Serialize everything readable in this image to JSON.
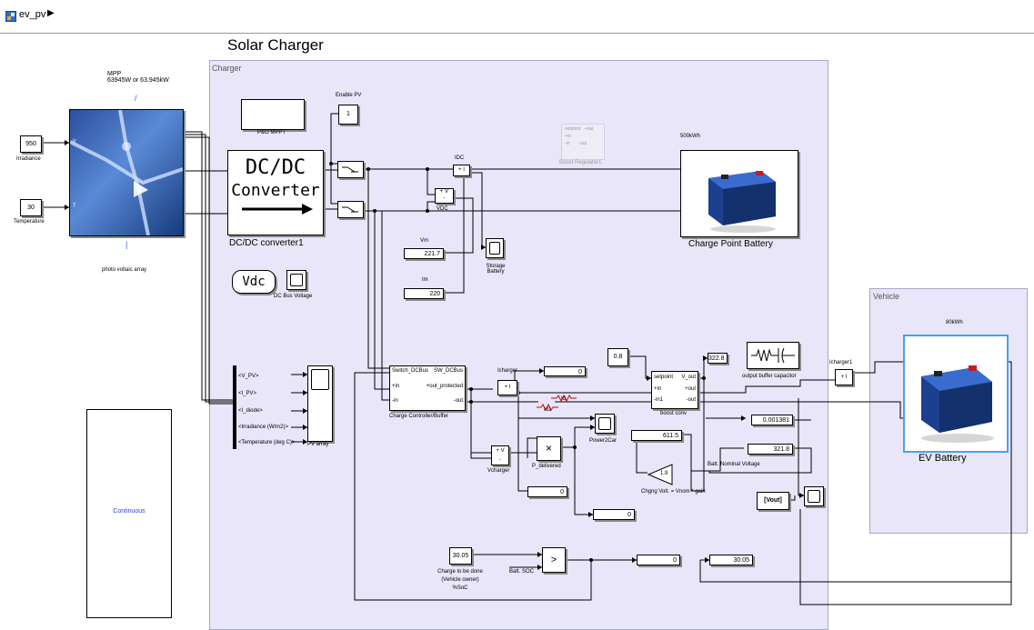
{
  "breadcrumb": {
    "model": "ev_pv",
    "arrow": "▶"
  },
  "title": "Solar Charger",
  "subsystems": {
    "charger": "Charger",
    "vehicle": "Vehicle"
  },
  "pv": {
    "mpp_line1": "MPP",
    "mpp_line2": "63945W or 63.945kW",
    "mpp_value": "/",
    "irradiance_value": "950",
    "irradiance_label": "Irradiance",
    "temperature_value": "30",
    "temperature_label": "Temperature",
    "port_ir": "Ir",
    "port_t": "T",
    "array_label": "photo voltaic array",
    "array_value": "|"
  },
  "blocks": {
    "mppt": "P&O MPPT",
    "enable_pv_label": "Enable PV",
    "enable_pv_value": "1",
    "dcdc_line1": "DC/DC",
    "dcdc_line2": "Converter",
    "dcdc_caption": "DC/DC converter1",
    "vdc_source": "Vdc",
    "dc_bus_voltage": "DC Bus Voltage",
    "boost_regulator": "Boost Regulator1",
    "idc": "IDC",
    "vdc_meas": "VDC",
    "vm_label": "Vm",
    "vm_value": "221.7",
    "im_label": "Im",
    "im_value": "220",
    "storage_battery": "Storage Battery",
    "charge_point_kwh": "500kWh",
    "charge_point_battery": "Charge Point Battery",
    "pv_array_scope": "PV array",
    "bus_signals": [
      "<V_PV>",
      "<I_PV>",
      "<I_diode>",
      "<Irradiance (W/m2)>",
      "<Temperature (deg C)>"
    ],
    "continuous": "Continuous"
  },
  "controller": {
    "title": "Charge Controller/Buffer",
    "port_switch": "Switch_DCBus",
    "port_sw": "SW_DCBus",
    "port_pin": "+in",
    "port_out_protected": "+out_protected",
    "port_nin": "-in",
    "port_nout": "-out",
    "icharger_label": "Icharger",
    "icharger_value": "0",
    "id_label": "Id",
    "id1_label": "Id1",
    "setpoint_value": "0.8",
    "boost_conv": "boost conv",
    "boost_port_setpoint": "setpoint",
    "boost_port_vout": "V_out",
    "boost_port_in": "+in",
    "boost_port_out": "+out",
    "boost_port_in1": "-in1",
    "boost_port_nout": "-out",
    "vout_value": "322.8",
    "capacitor": "output buffer capacitor",
    "power2car": "Power2Car",
    "vcharger": "Vcharger",
    "p_delivered": "P_delivered",
    "disp_p_value": "0",
    "disp_power_value": "0",
    "disp_611": "611.5",
    "disp_soc_small": "0.001381",
    "disp_321": "321.8",
    "gain_value": "1.9",
    "batt_nominal_voltage": "Batt. Nominal Voltage",
    "chgng_volt": "Chgng Volt. = Vnom * gain",
    "vout_tag": "[Vout]",
    "icharger1": "Icharger1"
  },
  "soc": {
    "target_value": "30.05",
    "target_label": "Charge to be done\n(Vehicle owner)\n%SoC",
    "compare": ">",
    "batt_soc": "Batt. SOC",
    "compare_result": "0",
    "soc_value": "30.05"
  },
  "vehicle": {
    "kwh": "80kWh",
    "battery": "EV Battery"
  }
}
